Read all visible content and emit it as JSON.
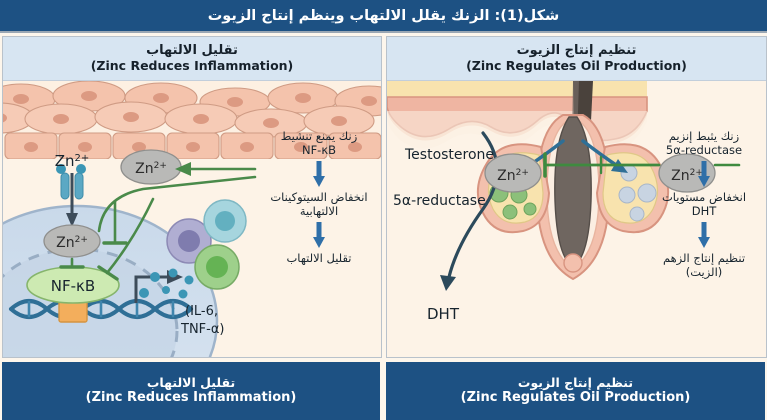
{
  "header": {
    "title": "شكل(1): الزنك يقلل الالتهاب وينظم إنتاج الزيوت"
  },
  "colors": {
    "header_blue": "#1d5183",
    "panel_head_blue": "#d7e5f2",
    "canvas_cream": "#fdf3e7",
    "arrow_blue": "#2f6fa8",
    "inhibit_green": "#3f7d3f",
    "skin_pink": "#f0b6a4",
    "dermis_yellow": "#f7e3a8",
    "sebum_green": "#8cc07a",
    "nfkb_green": "#c9e7b0",
    "zinc_gray": "#b9b9b7",
    "dna_blue": "#2f6f96"
  },
  "left_panel": {
    "head_ar": "تقليل الالتهاب",
    "head_en": "(Zinc Reduces Inflammation)",
    "footer_ar": "تقليل الالتهاب",
    "footer_en": "(Zinc Reduces Inflammation)",
    "labels": {
      "zinc_outside": "Zn2+",
      "zinc_cytoplasm": "Zn2+",
      "zinc_entering": "Zn2+",
      "nfkb": "NF-κB",
      "cytokines": "(IL-6, TNF-α)"
    },
    "flow": [
      {
        "ar": "زنك يمنع تنشيط",
        "lat": "NF-κB"
      },
      {
        "ar": "انخفاض السيتوكينات الالتهابية",
        "lat": ""
      },
      {
        "ar": "تقليل الالتهاب",
        "lat": ""
      }
    ]
  },
  "right_panel": {
    "head_ar": "تنظيم إنتاج الزيوت",
    "head_en": "(Zinc Regulates Oil Production)",
    "footer_ar": "تنظيم إنتاج الزيوت",
    "footer_en": "(Zinc Regulates Oil Production)",
    "labels": {
      "testosterone": "Testosterone",
      "reductase": "5α-reductase",
      "dht": "DHT",
      "zinc_left": "Zn2+",
      "zinc_right": "Zn2+"
    },
    "flow": [
      {
        "ar": "زنك يثبط إنزيم",
        "lat": "5α-reductase"
      },
      {
        "ar": "انخفاض مستويات",
        "lat": "DHT"
      },
      {
        "ar": "تنظيم إنتاج الزهم (الزيت)",
        "lat": ""
      }
    ]
  }
}
